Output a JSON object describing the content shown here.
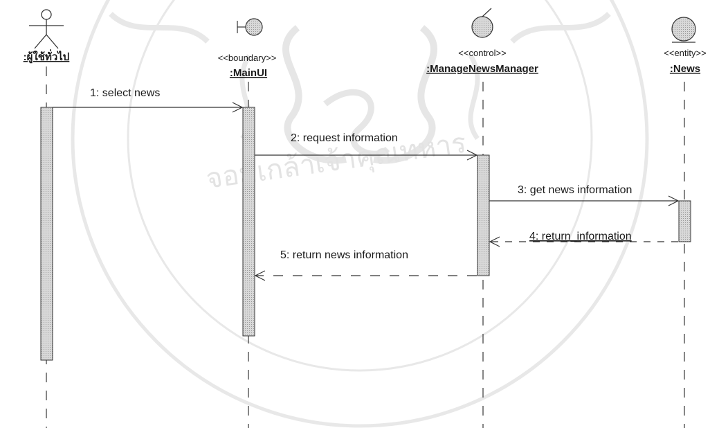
{
  "watermark": {
    "text": "จอมเกล้าเจ้าคุณทหาร",
    "seal": "seal-emblem"
  },
  "participants": [
    {
      "id": "actor",
      "kind": "actor",
      "stereotype": "",
      "name": ":ผู้ใช้ทั่วไป",
      "icon": "actor-icon"
    },
    {
      "id": "mainui",
      "kind": "boundary",
      "stereotype": "<<boundary>>",
      "name": ":MainUI",
      "icon": "boundary-icon"
    },
    {
      "id": "manager",
      "kind": "control",
      "stereotype": "<<control>>",
      "name": ":ManageNewsManager",
      "icon": "control-icon"
    },
    {
      "id": "news",
      "kind": "entity",
      "stereotype": "<<entity>>",
      "name": ":News",
      "icon": "entity-icon"
    }
  ],
  "messages": [
    {
      "num": "1",
      "label": "1: select news",
      "from": "actor",
      "to": "mainui",
      "style": "sync"
    },
    {
      "num": "2",
      "label": "2: request information",
      "from": "mainui",
      "to": "manager",
      "style": "sync"
    },
    {
      "num": "3",
      "label": "3: get news information",
      "from": "manager",
      "to": "news",
      "style": "sync"
    },
    {
      "num": "4",
      "label": "4: return_information",
      "from": "news",
      "to": "manager",
      "style": "return"
    },
    {
      "num": "5",
      "label": "5: return  news information",
      "from": "manager",
      "to": "mainui",
      "style": "return"
    }
  ],
  "colors": {
    "line": "#333333",
    "activation_fill": "#c9c9c9",
    "icon_fill": "#d4d4d4",
    "watermark": "#e3e3e3"
  }
}
